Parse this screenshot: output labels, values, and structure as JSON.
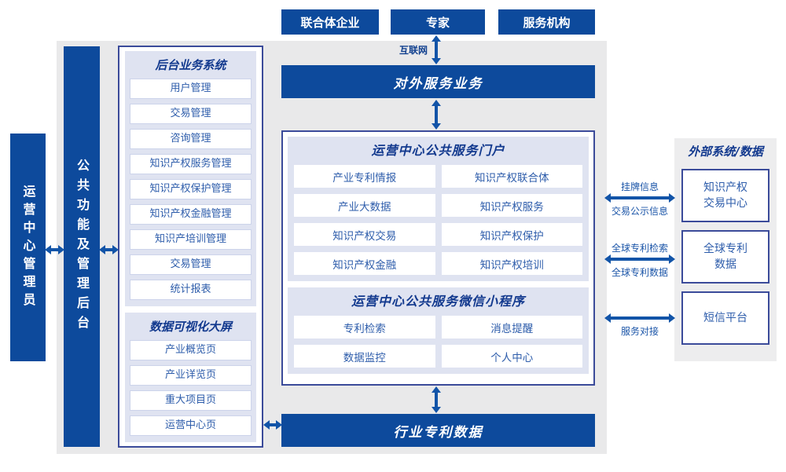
{
  "colors": {
    "primary_blue": "#0d4a9c",
    "arrow_blue": "#1254a8",
    "lavender_section": "#dfe3f1",
    "navy_border": "#3b4b9a",
    "item_text_blue": "#2e5dab",
    "header_navy": "#12398e",
    "gray_background": "#e9e9ea"
  },
  "top_actors": [
    {
      "label": "联合体企业"
    },
    {
      "label": "专家"
    },
    {
      "label": "服务机构"
    }
  ],
  "internet_label": "互联网",
  "bars": {
    "external_service": "对外服务业务",
    "industry_patent_data": "行业专利数据"
  },
  "left_bars": {
    "admin": "运营中心管理员",
    "backend": "公共功能及管理后台"
  },
  "left_panel": {
    "backend_system": {
      "title": "后台业务系统",
      "items": [
        "用户管理",
        "交易管理",
        "咨询管理",
        "知识产权服务管理",
        "知识产权保护管理",
        "知识产权金融管理",
        "知识产培训管理",
        "交易管理",
        "统计报表"
      ]
    },
    "data_visualization": {
      "title": "数据可视化大屏",
      "items": [
        "产业概览页",
        "产业详览页",
        "重大项目页",
        "运营中心页"
      ]
    }
  },
  "center_panel": {
    "portal": {
      "title": "运营中心公共服务门户",
      "items": [
        "产业专利情报",
        "知识产权联合体",
        "产业大数据",
        "知识产权服务",
        "知识产权交易",
        "知识产权保护",
        "知识产权金融",
        "知识产权培训"
      ]
    },
    "miniprogram": {
      "title": "运营中心公共服务微信小程序",
      "items": [
        "专利检索",
        "消息提醒",
        "数据监控",
        "个人中心"
      ]
    }
  },
  "external_panel": {
    "title": "外部系统/数据",
    "systems": [
      "知识产权\n交易中心",
      "全球专利\n数据",
      "短信平台"
    ]
  },
  "right_links": [
    {
      "top": "挂牌信息",
      "bottom": "交易公示信息"
    },
    {
      "top": "全球专利检索",
      "bottom": "全球专利数据"
    },
    {
      "bottom": "服务对接"
    }
  ]
}
